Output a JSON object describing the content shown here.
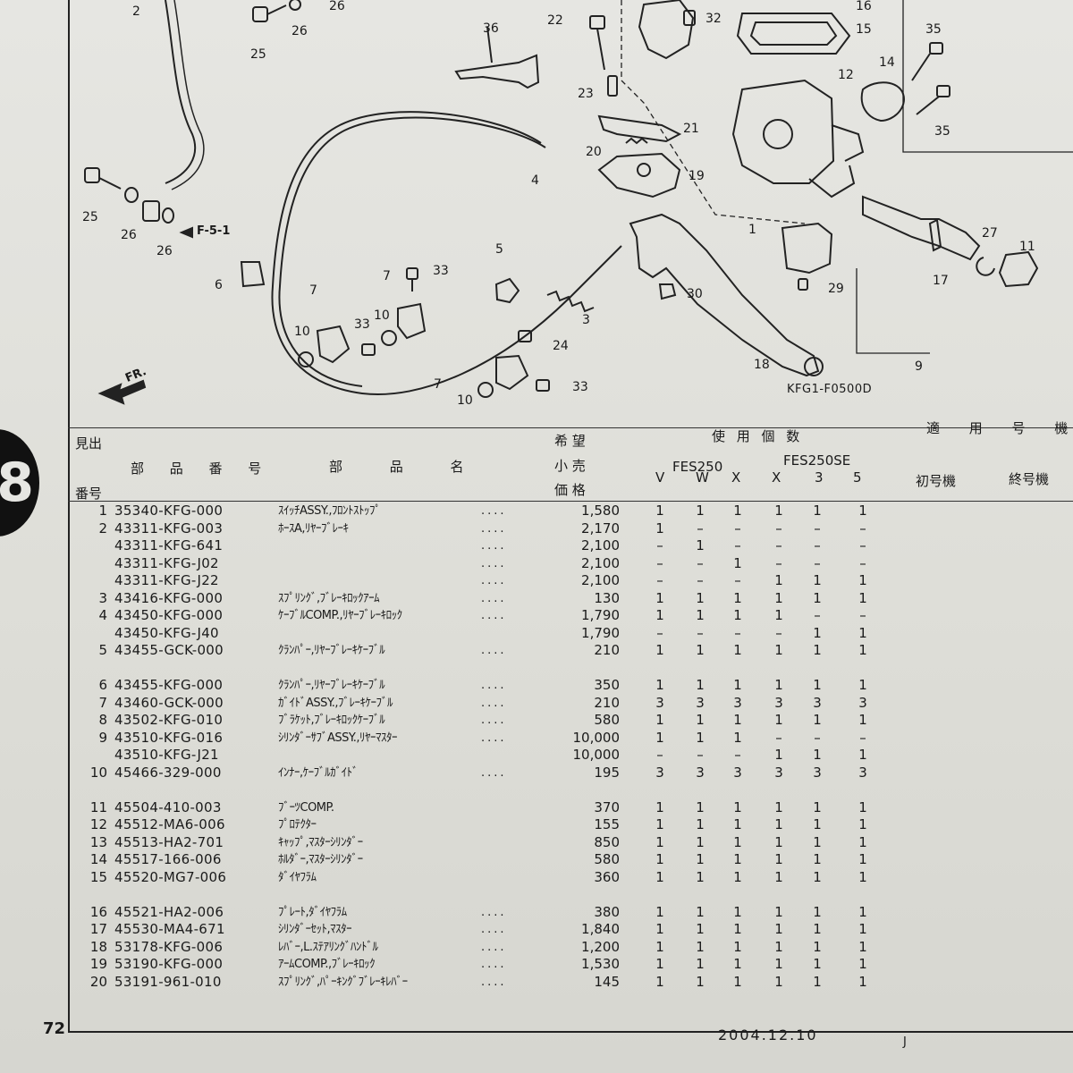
{
  "diagram": {
    "ref_code": "KFG1-F0500D",
    "ref_arrow": "F-5-1",
    "direction": "FR.",
    "callouts": [
      "1",
      "2",
      "3",
      "4",
      "5",
      "6",
      "7",
      "7",
      "7",
      "9",
      "10",
      "10",
      "10",
      "11",
      "12",
      "14",
      "15",
      "16",
      "17",
      "18",
      "19",
      "20",
      "21",
      "22",
      "23",
      "24",
      "25",
      "25",
      "26",
      "26",
      "26",
      "26",
      "27",
      "29",
      "30",
      "32",
      "33",
      "33",
      "33",
      "35",
      "35",
      "36"
    ]
  },
  "section_tab": "8",
  "table_header": {
    "index_top": "見出",
    "index_bottom": "番号",
    "part_no": "部 品 番 号",
    "part_name": "部 品 名",
    "price_lines": [
      "希 望",
      "小 売",
      "価 格"
    ],
    "qty_title": "使 用 個 数",
    "model_a": "FES250",
    "model_b": "FES250SE",
    "variants": [
      "V",
      "W",
      "X",
      "X",
      "3",
      "5"
    ],
    "applicable_title": "適 用 号 機",
    "first_serial": "初号機",
    "last_serial": "終号機"
  },
  "parts": [
    {
      "ref": "1",
      "part_no": "35340-KFG-000",
      "name": "ｽｲｯﾁASSY.,ﾌﾛﾝﾄｽﾄｯﾌﾟ",
      "price": "1,580",
      "qty": [
        "1",
        "1",
        "1",
        "1",
        "1",
        "1"
      ]
    },
    {
      "ref": "2",
      "part_no": "43311-KFG-003",
      "name": "ﾎｰｽA,ﾘﾔｰﾌﾞﾚｰｷ",
      "price": "2,170",
      "qty": [
        "1",
        "–",
        "–",
        "–",
        "–",
        "–"
      ]
    },
    {
      "ref": "",
      "part_no": "43311-KFG-641",
      "name": "",
      "price": "2,100",
      "qty": [
        "–",
        "1",
        "–",
        "–",
        "–",
        "–"
      ]
    },
    {
      "ref": "",
      "part_no": "43311-KFG-J02",
      "name": "",
      "price": "2,100",
      "qty": [
        "–",
        "–",
        "1",
        "–",
        "–",
        "–"
      ]
    },
    {
      "ref": "",
      "part_no": "43311-KFG-J22",
      "name": "",
      "price": "2,100",
      "qty": [
        "–",
        "–",
        "–",
        "1",
        "1",
        "1"
      ]
    },
    {
      "ref": "3",
      "part_no": "43416-KFG-000",
      "name": "ｽﾌﾟﾘﾝｸﾞ,ﾌﾞﾚｰｷﾛｯｸｱｰﾑ",
      "price": "130",
      "qty": [
        "1",
        "1",
        "1",
        "1",
        "1",
        "1"
      ]
    },
    {
      "ref": "4",
      "part_no": "43450-KFG-000",
      "name": "ｹｰﾌﾞﾙCOMP.,ﾘﾔｰﾌﾞﾚｰｷﾛｯｸ",
      "price": "1,790",
      "qty": [
        "1",
        "1",
        "1",
        "1",
        "–",
        "–"
      ]
    },
    {
      "ref": "",
      "part_no": "43450-KFG-J40",
      "name": "",
      "price": "1,790",
      "qty": [
        "–",
        "–",
        "–",
        "–",
        "1",
        "1"
      ],
      "nodots": true
    },
    {
      "ref": "5",
      "part_no": "43455-GCK-000",
      "name": "ｸﾗﾝﾊﾟｰ,ﾘﾔｰﾌﾞﾚｰｷｹｰﾌﾞﾙ",
      "price": "210",
      "qty": [
        "1",
        "1",
        "1",
        "1",
        "1",
        "1"
      ]
    },
    {
      "ref": "6",
      "part_no": "43455-KFG-000",
      "name": "ｸﾗﾝﾊﾟｰ,ﾘﾔｰﾌﾞﾚｰｷｹｰﾌﾞﾙ",
      "price": "350",
      "qty": [
        "1",
        "1",
        "1",
        "1",
        "1",
        "1"
      ],
      "gap": true
    },
    {
      "ref": "7",
      "part_no": "43460-GCK-000",
      "name": "ｶﾞｲﾄﾞASSY.,ﾌﾞﾚｰｷｹｰﾌﾞﾙ",
      "price": "210",
      "qty": [
        "3",
        "3",
        "3",
        "3",
        "3",
        "3"
      ]
    },
    {
      "ref": "8",
      "part_no": "43502-KFG-010",
      "name": "ﾌﾞﾗｹｯﾄ,ﾌﾞﾚｰｷﾛｯｸｹｰﾌﾞﾙ",
      "price": "580",
      "qty": [
        "1",
        "1",
        "1",
        "1",
        "1",
        "1"
      ]
    },
    {
      "ref": "9",
      "part_no": "43510-KFG-016",
      "name": "ｼﾘﾝﾀﾞｰｻﾌﾞASSY.,ﾘﾔｰﾏｽﾀｰ",
      "price": "10,000",
      "qty": [
        "1",
        "1",
        "1",
        "–",
        "–",
        "–"
      ]
    },
    {
      "ref": "",
      "part_no": "43510-KFG-J21",
      "name": "",
      "price": "10,000",
      "qty": [
        "–",
        "–",
        "–",
        "1",
        "1",
        "1"
      ],
      "nodots": true
    },
    {
      "ref": "10",
      "part_no": "45466-329-000",
      "name": "ｲﾝﾅｰ,ｹｰﾌﾞﾙｶﾞｲﾄﾞ",
      "price": "195",
      "qty": [
        "3",
        "3",
        "3",
        "3",
        "3",
        "3"
      ]
    },
    {
      "ref": "11",
      "part_no": "45504-410-003",
      "name": "ﾌﾞｰﾂCOMP.",
      "price": "370",
      "qty": [
        "1",
        "1",
        "1",
        "1",
        "1",
        "1"
      ],
      "gap": true,
      "nodots": true
    },
    {
      "ref": "12",
      "part_no": "45512-MA6-006",
      "name": "ﾌﾟﾛﾃｸﾀｰ",
      "price": "155",
      "qty": [
        "1",
        "1",
        "1",
        "1",
        "1",
        "1"
      ],
      "nodots": true
    },
    {
      "ref": "13",
      "part_no": "45513-HA2-701",
      "name": "ｷｬｯﾌﾟ,ﾏｽﾀｰｼﾘﾝﾀﾞｰ",
      "price": "850",
      "qty": [
        "1",
        "1",
        "1",
        "1",
        "1",
        "1"
      ],
      "nodots": true
    },
    {
      "ref": "14",
      "part_no": "45517-166-006",
      "name": "ﾎﾙﾀﾞｰ,ﾏｽﾀｰｼﾘﾝﾀﾞｰ",
      "price": "580",
      "qty": [
        "1",
        "1",
        "1",
        "1",
        "1",
        "1"
      ],
      "nodots": true
    },
    {
      "ref": "15",
      "part_no": "45520-MG7-006",
      "name": "ﾀﾞｲﾔﾌﾗﾑ",
      "price": "360",
      "qty": [
        "1",
        "1",
        "1",
        "1",
        "1",
        "1"
      ],
      "nodots": true
    },
    {
      "ref": "16",
      "part_no": "45521-HA2-006",
      "name": "ﾌﾟﾚｰﾄ,ﾀﾞｲﾔﾌﾗﾑ",
      "price": "380",
      "qty": [
        "1",
        "1",
        "1",
        "1",
        "1",
        "1"
      ],
      "gap": true
    },
    {
      "ref": "17",
      "part_no": "45530-MA4-671",
      "name": "ｼﾘﾝﾀﾞｰｾｯﾄ,ﾏｽﾀｰ",
      "price": "1,840",
      "qty": [
        "1",
        "1",
        "1",
        "1",
        "1",
        "1"
      ]
    },
    {
      "ref": "18",
      "part_no": "53178-KFG-006",
      "name": "ﾚﾊﾞｰ,L.ｽﾃｱﾘﾝｸﾞﾊﾝﾄﾞﾙ",
      "price": "1,200",
      "qty": [
        "1",
        "1",
        "1",
        "1",
        "1",
        "1"
      ]
    },
    {
      "ref": "19",
      "part_no": "53190-KFG-000",
      "name": "ｱｰﾑCOMP.,ﾌﾞﾚｰｷﾛｯｸ",
      "price": "1,530",
      "qty": [
        "1",
        "1",
        "1",
        "1",
        "1",
        "1"
      ]
    },
    {
      "ref": "20",
      "part_no": "53191-961-010",
      "name": "ｽﾌﾟﾘﾝｸﾞ,ﾊﾟｰｷﾝｸﾞﾌﾞﾚｰｷﾚﾊﾞｰ",
      "price": "145",
      "qty": [
        "1",
        "1",
        "1",
        "1",
        "1",
        "1"
      ]
    }
  ],
  "dots": "....",
  "footer": {
    "page": "72",
    "date": "2004.12.10",
    "mark": "J"
  }
}
